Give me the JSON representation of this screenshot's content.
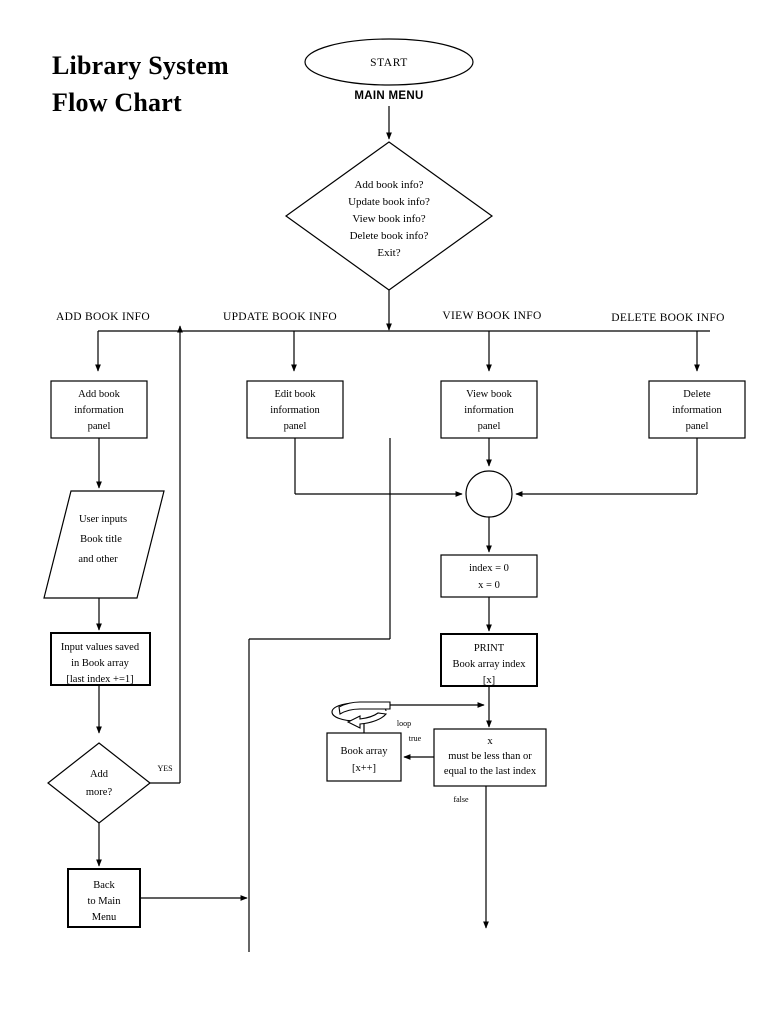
{
  "page": {
    "title_line1": "Library System",
    "title_line2": "Flow Chart",
    "background_color": "#ffffff",
    "ink_color": "#000000"
  },
  "nodes": {
    "start": {
      "label": "START",
      "shape": "ellipse"
    },
    "main_menu_label": "MAIN MENU",
    "menu_decision": {
      "shape": "diamond",
      "lines": [
        "Add book info?",
        "Update book info?",
        "View book info?",
        "Delete book info?",
        "Exit?"
      ]
    },
    "add_panel": {
      "shape": "process",
      "lines": [
        "Add book",
        "information",
        "panel"
      ]
    },
    "edit_panel": {
      "shape": "process",
      "lines": [
        "Edit book",
        "information",
        "panel"
      ]
    },
    "view_panel": {
      "shape": "process",
      "lines": [
        "View book",
        "information",
        "panel"
      ]
    },
    "delete_panel": {
      "shape": "process",
      "lines": [
        "Delete",
        "information",
        "panel"
      ]
    },
    "user_input": {
      "shape": "parallelogram",
      "lines": [
        "User inputs",
        "Book title",
        "and other"
      ]
    },
    "saved_values": {
      "shape": "process",
      "lines": [
        "Input values saved",
        "in Book array",
        "[last index +=1]"
      ]
    },
    "add_more": {
      "shape": "diamond",
      "lines": [
        "Add",
        "more?"
      ]
    },
    "back_to_menu": {
      "shape": "process",
      "lines": [
        "Back",
        "to Main",
        "Menu"
      ]
    },
    "merge_connector": {
      "shape": "circle",
      "label": ""
    },
    "init_index": {
      "shape": "process",
      "lines": [
        "index = 0",
        "x = 0"
      ]
    },
    "print_book": {
      "shape": "process",
      "lines": [
        "PRINT",
        "Book array index",
        "[x]"
      ]
    },
    "increment": {
      "shape": "process",
      "lines": [
        "Book array",
        "[x++]"
      ]
    },
    "loop_condition": {
      "shape": "process",
      "lines": [
        "x",
        "must be less than or",
        "equal to the last index"
      ]
    }
  },
  "branch_labels": {
    "add": "ADD BOOK INFO",
    "update": "UPDATE BOOK INFO",
    "view": "VIEW BOOK INFO",
    "delete": "DELETE BOOK INFO"
  },
  "edge_labels": {
    "yes": "YES",
    "loop": "loop",
    "true": "true",
    "false": "false"
  }
}
